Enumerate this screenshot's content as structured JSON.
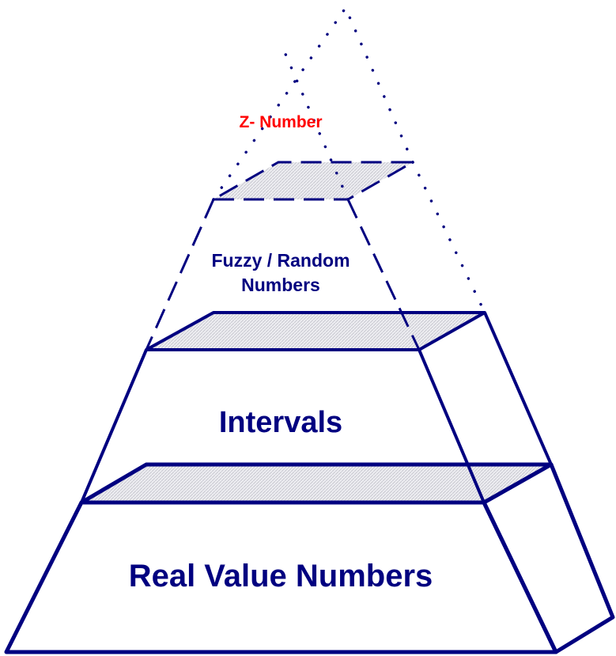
{
  "colors": {
    "line": "#000080",
    "text": "#000080",
    "z_text": "#ff0000",
    "hatch": "#d4d4dc",
    "dots": "#000080"
  },
  "levels": {
    "real": {
      "label": "Real  Value Numbers"
    },
    "intervals": {
      "label": "Intervals"
    },
    "fuzzy": {
      "line1": "Fuzzy / Random",
      "line2": "Numbers"
    },
    "z": {
      "label": "Z- Number"
    }
  }
}
